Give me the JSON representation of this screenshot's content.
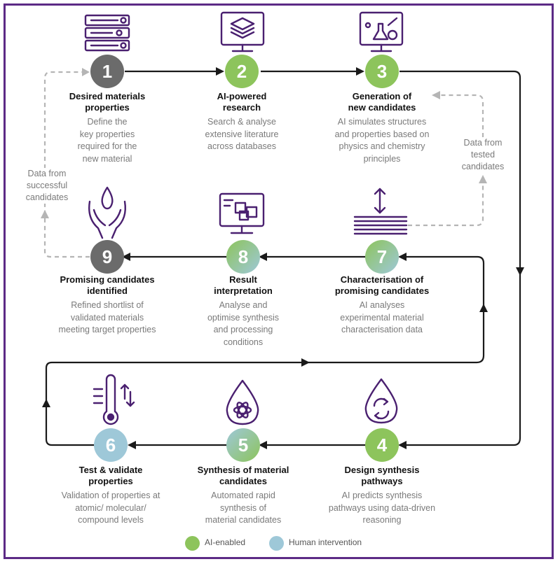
{
  "colors": {
    "border": "#5c2a86",
    "icon": "#4a2070",
    "ai_enabled": "#8dc45c",
    "human_intervention": "#9ec8d8",
    "neutral_step": "#6b6b6b",
    "arrow": "#1a1a1a",
    "feedback_arrow": "#b5b5b5"
  },
  "steps": [
    {
      "number": "1",
      "title": "Desired materials properties",
      "title_lines": [
        "Desired materials",
        "properties"
      ],
      "desc_lines": [
        "Define the",
        "key properties",
        "required for the",
        "new material"
      ],
      "type": "neutral",
      "icon": "server-rack-icon"
    },
    {
      "number": "2",
      "title_lines": [
        "AI-powered",
        "research"
      ],
      "desc_lines": [
        "Search & analyse",
        "extensive literature",
        "across databases"
      ],
      "type": "ai",
      "icon": "monitor-layers-icon"
    },
    {
      "number": "3",
      "title_lines": [
        "Generation of",
        "new candidates"
      ],
      "desc_lines": [
        "AI simulates structures",
        "and properties based on",
        "physics and chemistry",
        "principles"
      ],
      "type": "ai",
      "icon": "monitor-lab-flask-icon"
    },
    {
      "number": "4",
      "title_lines": [
        "Design synthesis",
        "pathways"
      ],
      "desc_lines": [
        "AI predicts synthesis",
        "pathways using data-driven",
        "reasoning"
      ],
      "type": "ai",
      "icon": "droplet-cycle-icon"
    },
    {
      "number": "5",
      "title_lines": [
        "Synthesis of material",
        "candidates"
      ],
      "desc_lines": [
        "Automated rapid",
        "synthesis of",
        "material candidates"
      ],
      "type": "ai-human",
      "icon": "droplet-atom-icon"
    },
    {
      "number": "6",
      "title_lines": [
        "Test & validate",
        "properties"
      ],
      "desc_lines": [
        "Validation of properties at",
        "atomic/ molecular/",
        "compound levels"
      ],
      "type": "human",
      "icon": "thermometer-icon"
    },
    {
      "number": "7",
      "title_lines": [
        "Characterisation of",
        "promising candidates"
      ],
      "desc_lines": [
        "AI analyses",
        "experimental material",
        "characterisation data"
      ],
      "type": "ai-human",
      "icon": "compression-layers-icon"
    },
    {
      "number": "8",
      "title_lines": [
        "Result",
        "interpretation"
      ],
      "desc_lines": [
        "Analyse and",
        "optimise synthesis",
        "and processing",
        "conditions"
      ],
      "type": "ai-human",
      "icon": "monitor-boxes-icon"
    },
    {
      "number": "9",
      "title_lines": [
        "Promising candidates",
        "identified"
      ],
      "desc_lines": [
        "Refined shortlist of",
        "validated materials",
        "meeting target properties"
      ],
      "type": "neutral",
      "icon": "hands-drop-icon"
    }
  ],
  "notes": {
    "left": "Data from\nsuccessful\ncandidates",
    "right": "Data from\ntested\ncandidates"
  },
  "legend": {
    "ai_label": "AI-enabled",
    "human_label": "Human intervention"
  }
}
